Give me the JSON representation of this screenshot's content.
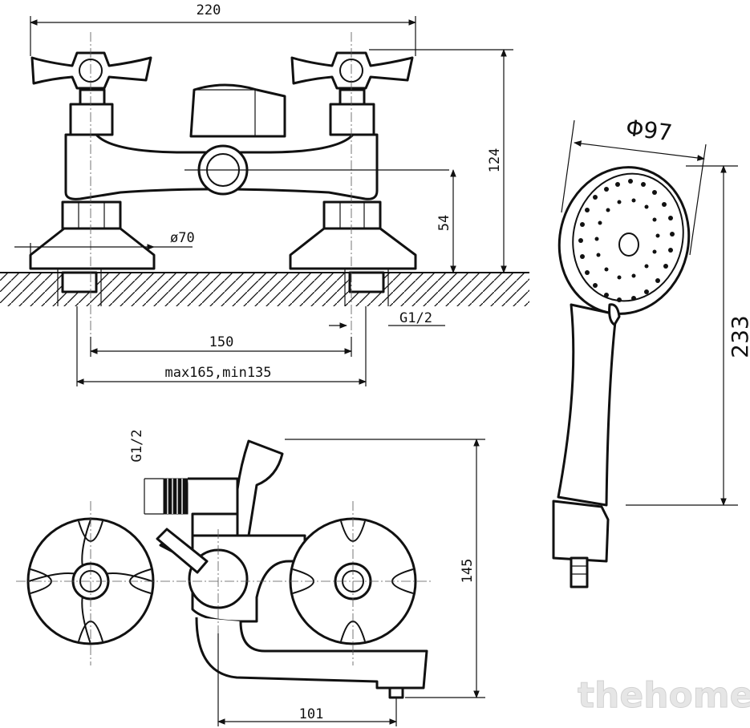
{
  "dimensions": {
    "front_width": "220",
    "front_height": "124",
    "outlet_height": "54",
    "flange_diameter": "ø70",
    "inlet_spacing": "150",
    "inlet_range": "max165,min135",
    "inlet_thread": "G1/2",
    "shower_outlet_thread": "G1/2",
    "side_height": "145",
    "spout_reach": "101",
    "shower_head_diameter": "Φ97",
    "shower_length": "233"
  },
  "watermark": "thehome",
  "colors": {
    "line": "#111111",
    "background": "#ffffff",
    "watermark": "#e6e6e6"
  }
}
